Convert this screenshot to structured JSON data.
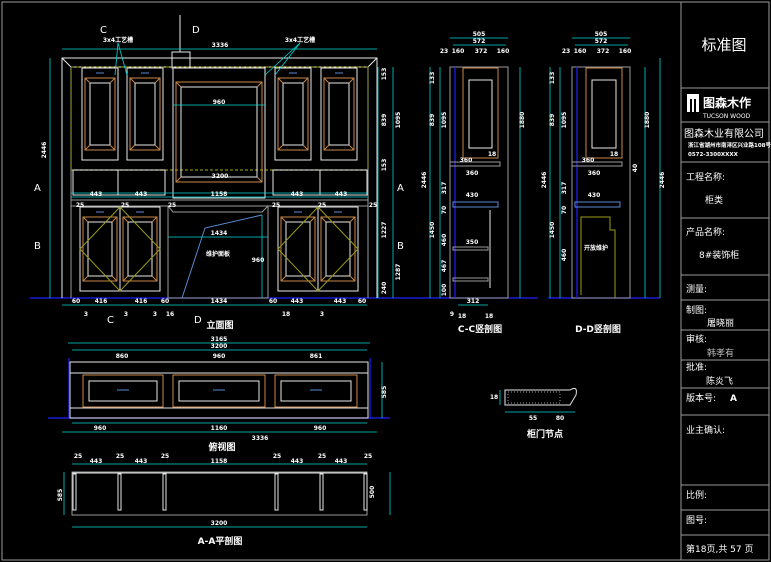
{
  "title_block": {
    "title": "标准图",
    "brand_cn": "图森木作",
    "brand_en": "TUCSON WOOD",
    "company": "图森木业有限公司",
    "address": "浙江省湖州市南浔区兴业路108号",
    "phone": "0572-3300XXXX",
    "project_label": "工程名称:",
    "project_value": "柜类",
    "product_label": "产品名称:",
    "product_value": "8#装饰柜",
    "measure_label": "测量:",
    "drawn_label": "制图:",
    "drawn_value": "屠晓丽",
    "review_label": "审核:",
    "review_value": "韩孝有",
    "approve_label": "批准:",
    "approve_value": "陈炎飞",
    "version_label": "版本号:",
    "version_value": "A",
    "owner_label": "业主确认:",
    "scale_label": "比例:",
    "drawing_no_label": "图号:",
    "page": "第18页,共 57 页"
  },
  "elevation": {
    "title": "立面图",
    "section_c": "C",
    "section_d": "D",
    "section_a": "A",
    "section_b": "B",
    "groove_note": "3x4工艺槽",
    "center_note": "维护面板",
    "dims": [
      "3336",
      "960",
      "3200",
      "443",
      "443",
      "1158",
      "443",
      "443",
      "25",
      "25",
      "25",
      "25",
      "25",
      "25",
      "1434",
      "960",
      "60",
      "416",
      "416",
      "60",
      "1434",
      "60",
      "443",
      "443",
      "60",
      "3",
      "3",
      "3",
      "16",
      "18",
      "3",
      "2446",
      "153",
      "839",
      "153",
      "1095",
      "1227",
      "1287",
      "240"
    ]
  },
  "plan": {
    "title": "俯视图",
    "dims": [
      "3165",
      "3200",
      "860",
      "960",
      "861",
      "960",
      "1160",
      "960",
      "3336",
      "585"
    ]
  },
  "section_aa": {
    "title": "A-A平剖图",
    "dims": [
      "25",
      "443",
      "25",
      "443",
      "25",
      "1158",
      "25",
      "443",
      "25",
      "443",
      "25",
      "585",
      "500",
      "3200"
    ]
  },
  "section_cc": {
    "title": "C-C竖剖图",
    "dims": [
      "505",
      "572",
      "160",
      "372",
      "160",
      "23",
      "133",
      "839",
      "1095",
      "1880",
      "2446",
      "360",
      "18",
      "360",
      "317",
      "430",
      "70",
      "1450",
      "460",
      "350",
      "467",
      "100",
      "312",
      "9",
      "18",
      "18"
    ]
  },
  "section_dd": {
    "title": "D-D竖剖图",
    "note": "开放维护",
    "dims": [
      "505",
      "572",
      "160",
      "372",
      "160",
      "23",
      "133",
      "839",
      "1095",
      "1880",
      "2446",
      "360",
      "18",
      "360",
      "317",
      "430",
      "70",
      "1450",
      "460",
      "40",
      "2446"
    ]
  },
  "door_node": {
    "title": "柜门节点",
    "dims": [
      "18",
      "55",
      "80"
    ]
  }
}
